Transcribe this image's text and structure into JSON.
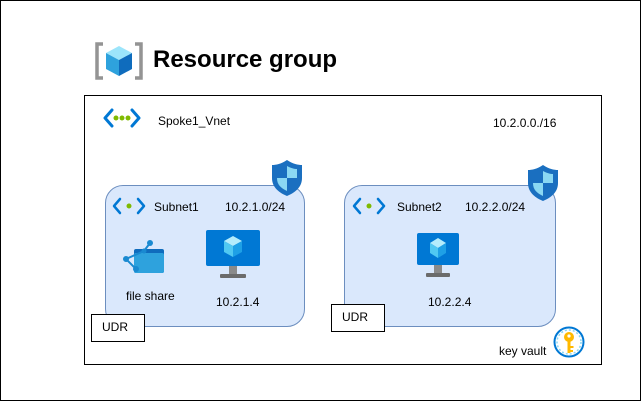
{
  "resource_group": {
    "title": "Resource group",
    "icon": "resource-group-cube-icon"
  },
  "vnet": {
    "name": "Spoke1_Vnet",
    "cidr": "10.2.0.0./16",
    "icon": "vnet-icon"
  },
  "subnets": [
    {
      "name": "Subnet1",
      "cidr": "10.2.1.0/24",
      "vm_ip": "10.2.1.4",
      "file_share_label": "file share",
      "udr_label": "UDR"
    },
    {
      "name": "Subnet2",
      "cidr": "10.2.2.0/24",
      "vm_ip": "10.2.2.4",
      "udr_label": "UDR"
    }
  ],
  "key_vault": {
    "label": "key vault",
    "icon": "key-vault-icon"
  },
  "colors": {
    "azure_blue": "#0078d4",
    "subnet_fill": "#dae8fc",
    "subnet_border": "#6c8ebf",
    "vnet_bracket": "#50e6ff",
    "dot_green": "#7fba00",
    "key_gold": "#ffb900"
  }
}
